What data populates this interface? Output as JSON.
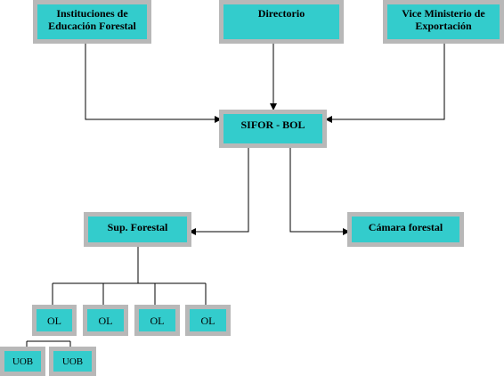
{
  "nodes": {
    "instituciones": {
      "line1": "Instituciones de",
      "line2": "Educación Forestal"
    },
    "directorio": {
      "label": "Directorio"
    },
    "vice_ministerio": {
      "line1": "Vice Ministerio de",
      "line2": "Exportación"
    },
    "sifor_bol": {
      "label": "SIFOR - BOL"
    },
    "sup_forestal": {
      "label": "Sup. Forestal"
    },
    "camara_forestal": {
      "label": "Cámara forestal"
    },
    "ol": [
      "OL",
      "OL",
      "OL",
      "OL"
    ],
    "uob": [
      "UOB",
      "UOB"
    ]
  },
  "colors": {
    "node_fill": "#33cccc",
    "node_border": "#b8b8b8",
    "connector": "#000000",
    "background": "#ffffff"
  }
}
